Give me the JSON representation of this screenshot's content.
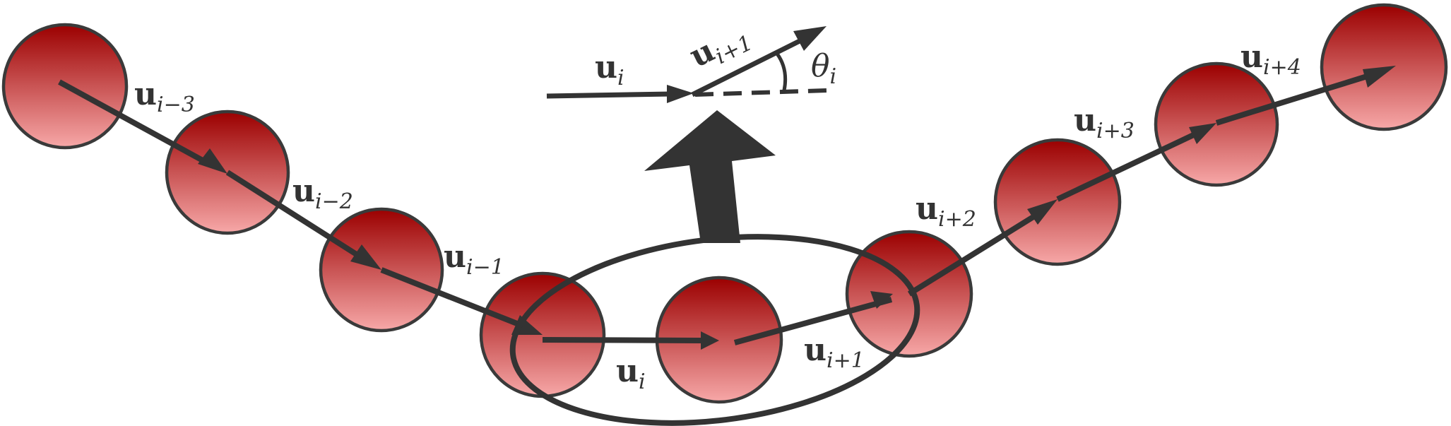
{
  "labels": {
    "u_im3": {
      "base": "u",
      "sub": "i−3"
    },
    "u_im2": {
      "base": "u",
      "sub": "i−2"
    },
    "u_im1": {
      "base": "u",
      "sub": "i−1"
    },
    "u_i": {
      "base": "u",
      "sub": "i"
    },
    "u_ip1": {
      "base": "u",
      "sub": "i+1"
    },
    "u_ip2": {
      "base": "u",
      "sub": "i+2"
    },
    "u_ip3": {
      "base": "u",
      "sub": "i+3"
    },
    "u_ip4": {
      "base": "u",
      "sub": "i+4"
    },
    "inset_u_i": {
      "base": "u",
      "sub": "i"
    },
    "inset_u_ip1": {
      "base": "u",
      "sub": "i+1"
    },
    "inset_theta": {
      "base": "θ",
      "sub": "i"
    }
  },
  "colors": {
    "bead_top": "#9b0000",
    "bead_bottom": "#f7a8a8",
    "stroke": "#333333"
  }
}
